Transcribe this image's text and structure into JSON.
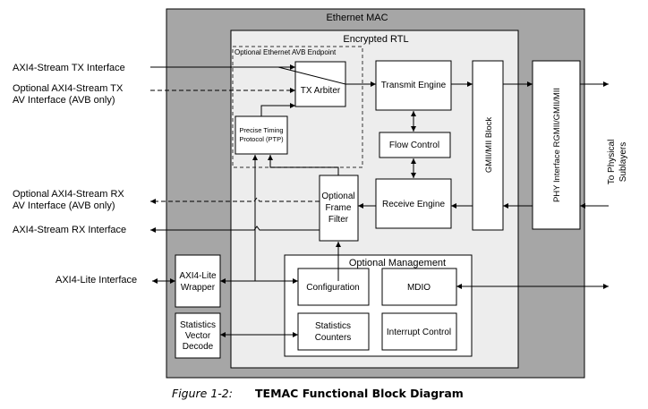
{
  "diagram": {
    "ethernet_mac": "Ethernet MAC",
    "encrypted_rtl": "Encrypted RTL",
    "avb_endpoint": "Optional Ethernet AVB Endpoint",
    "tx_arbiter": "TX Arbiter",
    "ptp": [
      "Precise Timing",
      "Protocol (PTP)"
    ],
    "transmit_engine": "Transmit Engine",
    "flow_control": "Flow Control",
    "receive_engine": "Receive Engine",
    "frame_filter": [
      "Optional",
      "Frame",
      "Filter"
    ],
    "gmii_block": "GMII/MII Block",
    "phy_interface": "PHY Interface RGMII/GMII/MII",
    "to_physical": [
      "To Physical",
      "Sublayers"
    ],
    "axi_lite_wrapper": [
      "AXI4-Lite",
      "Wrapper"
    ],
    "stats_vector": [
      "Statistics",
      "Vector",
      "Decode"
    ],
    "optional_management": "Optional Management",
    "configuration": "Configuration",
    "mdio": "MDIO",
    "stats_counters": [
      "Statistics",
      "Counters"
    ],
    "interrupt_control": "Interrupt Control",
    "interfaces": {
      "axi_tx": "AXI4-Stream TX Interface",
      "opt_axi_tx": [
        "Optional AXI4-Stream TX",
        "AV Interface (AVB only)"
      ],
      "opt_axi_rx": [
        "Optional AXI4-Stream RX",
        "AV Interface (AVB only)"
      ],
      "axi_rx": "AXI4-Stream RX Interface",
      "axi_lite": "AXI4-Lite Interface"
    }
  },
  "caption": {
    "figure": "Figure 1-2:",
    "title": "TEMAC Functional Block Diagram"
  },
  "colors": {
    "mac_fill": "#a6a6a6",
    "rtl_fill": "#ededed",
    "block_fill": "#ffffff",
    "line": "#000000"
  }
}
